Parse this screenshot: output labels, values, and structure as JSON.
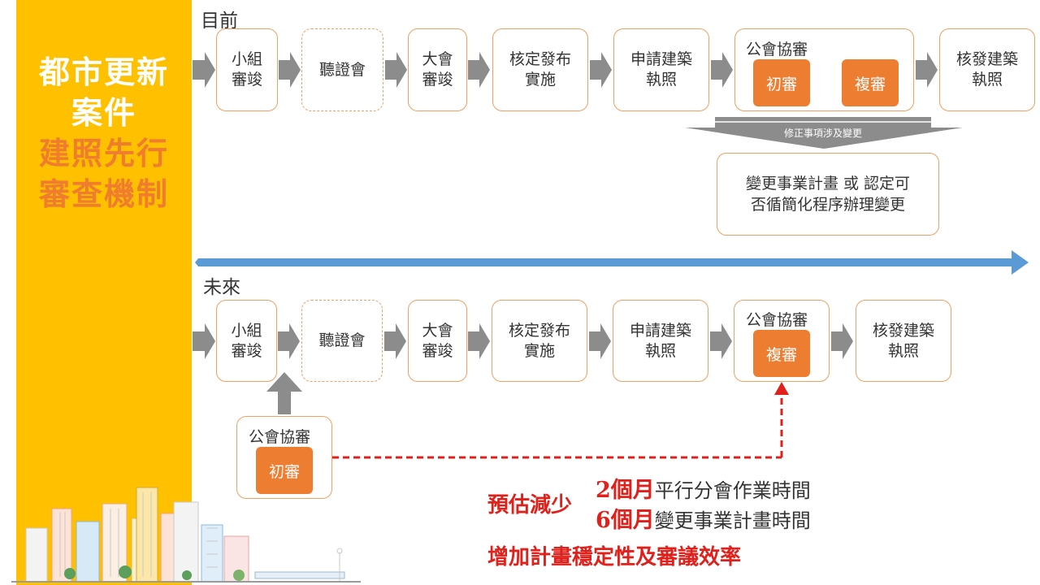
{
  "sidebar": {
    "title_line1": "都市更新",
    "title_line2": "案件",
    "title_line3": "建照先行",
    "title_line4": "審查機制"
  },
  "current": {
    "label": "目前",
    "steps": [
      "小組\n審竣",
      "聽證會",
      "大會\n審竣",
      "核定發布\n實施",
      "申請建築\n執照",
      "核發建築\n執照"
    ],
    "guild_label": "公會協審",
    "initial_review": "初審",
    "re_review": "複審",
    "revision_note": "修正事項涉及變更",
    "change_box": "變更事業計畫 或 認定可\n否循簡化程序辦理變更"
  },
  "future": {
    "label": "未來",
    "steps": [
      "小組\n審竣",
      "聽證會",
      "大會\n審竣",
      "核定發布\n實施",
      "申請建築\n執照",
      "核發建築\n執照"
    ],
    "guild_label": "公會協審",
    "re_review": "複審",
    "early_guild_label": "公會協審",
    "early_initial_review": "初審"
  },
  "summary": {
    "reduce_label": "預估減少",
    "line1_emph": "2個月",
    "line1_rest": "平行分會作業時間",
    "line2_emph": "6個月",
    "line2_rest": "變更事業計畫時間",
    "benefit": "增加計畫穩定性及審議效率"
  },
  "colors": {
    "sidebar": "#FFC000",
    "accent_orange": "#ED7D31",
    "box_border": "#F0A060",
    "timeline_blue": "#5B9BD5",
    "emphasis_red": "#E0201B",
    "arrow_gray": "#8C8C8C"
  }
}
